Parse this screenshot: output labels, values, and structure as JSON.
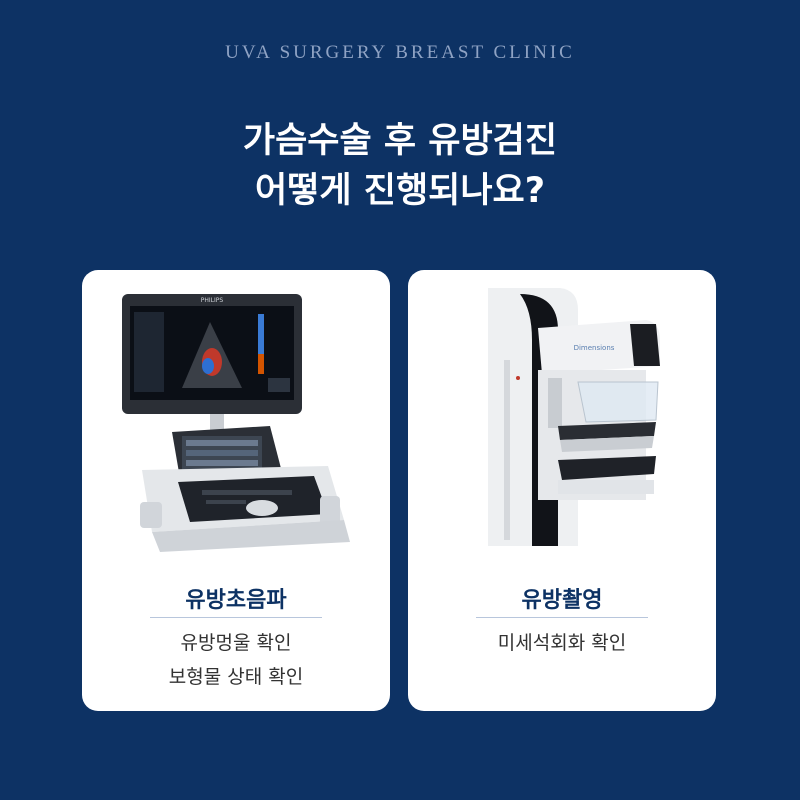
{
  "header": {
    "clinic_name": "UVA SURGERY BREAST CLINIC",
    "title_line1": "가슴수술 후 유방검진",
    "title_line2": "어떻게 진행되나요?"
  },
  "cards": [
    {
      "title": "유방초음파",
      "lines": [
        "유방멍울 확인",
        "보형물 상태 확인"
      ],
      "device_brand": "PHILIPS",
      "illustration": "ultrasound-machine"
    },
    {
      "title": "유방촬영",
      "lines": [
        "미세석회화 확인"
      ],
      "device_brand": "Dimensions",
      "illustration": "mammography-machine"
    }
  ],
  "colors": {
    "background": "#0d3264",
    "card": "#ffffff",
    "title": "#0d3264",
    "subtitle": "#8fa3c4"
  }
}
